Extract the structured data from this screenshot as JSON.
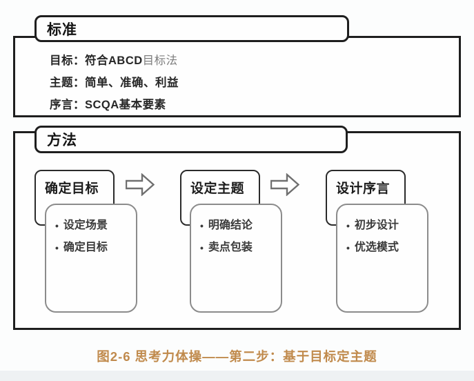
{
  "figure": {
    "caption": "图2-6 思考力体操——第二步：基于目标定主题"
  },
  "standard_section": {
    "tab_label": "标准",
    "lines": [
      {
        "main": "目标：符合ABCD",
        "light": "目标法"
      },
      {
        "main": "主题：简单、准确、利益",
        "light": ""
      },
      {
        "main": "序言：SCQA基本要素",
        "light": ""
      }
    ]
  },
  "method_section": {
    "tab_label": "方法",
    "steps": [
      {
        "title": "确定目标",
        "bullets": [
          "设定场景",
          "确定目标"
        ]
      },
      {
        "title": "设定主题",
        "bullets": [
          "明确结论",
          "卖点包装"
        ]
      },
      {
        "title": "设计序言",
        "bullets": [
          "初步设计",
          "优选模式"
        ]
      }
    ]
  },
  "ui": {
    "bullet_char": "•",
    "arrow_icon": "right-block-arrow"
  },
  "colors": {
    "caption_text": "#c08a4c",
    "outer_border": "#1e1e1e",
    "detail_border": "#8b8b8b",
    "arrow_stroke": "#6f6f6f",
    "background": "#fcfdfd"
  }
}
